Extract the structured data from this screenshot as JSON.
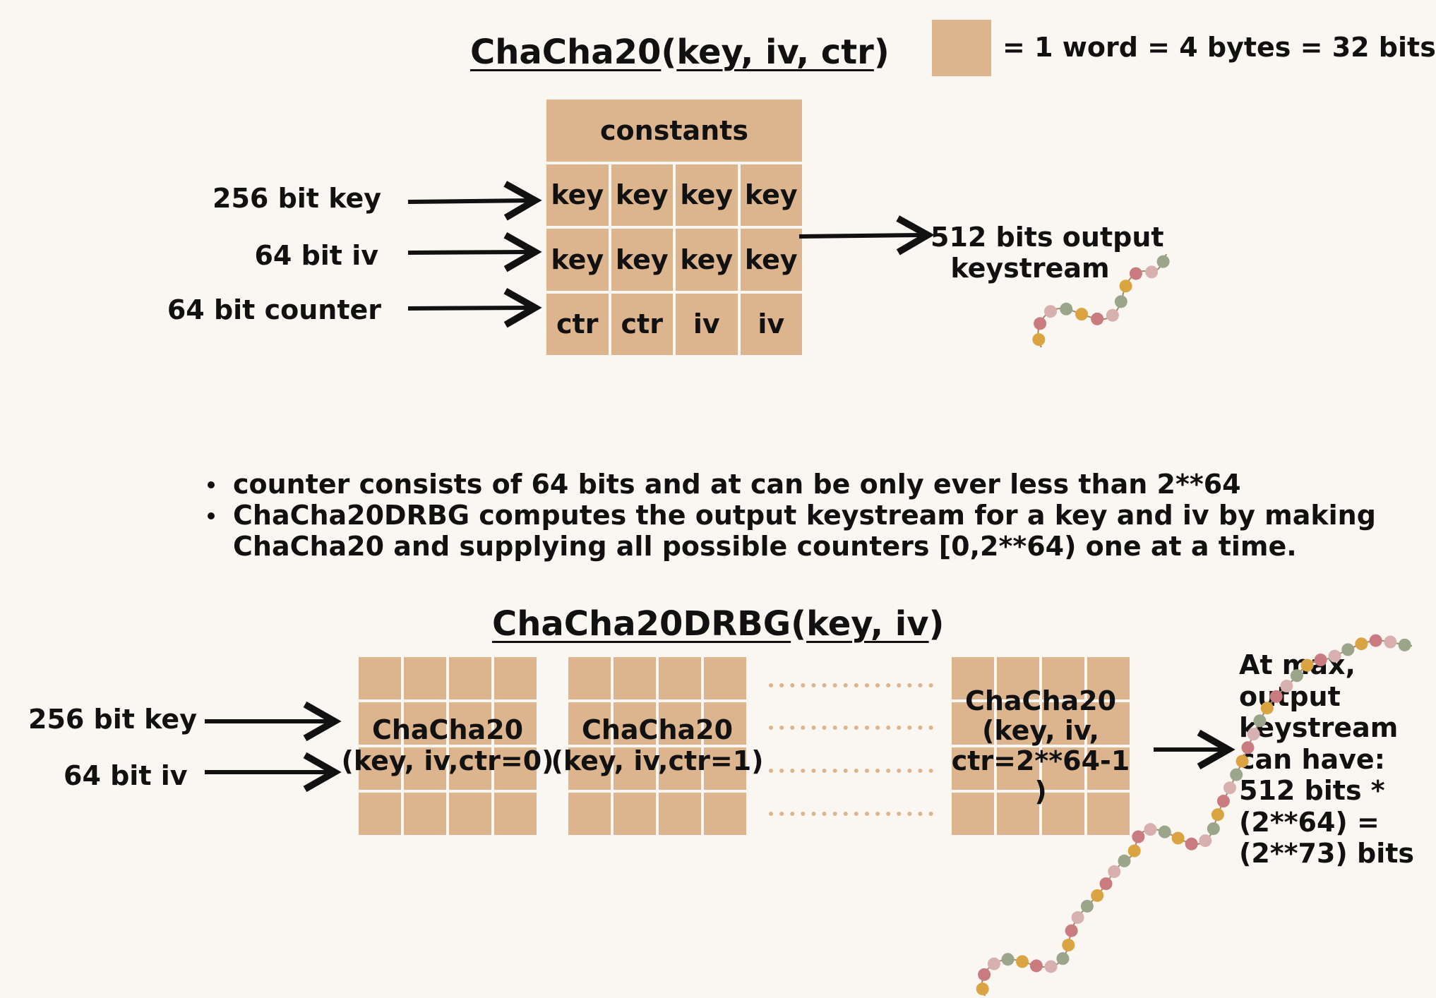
{
  "colors": {
    "word": "#dcb48e",
    "background": "#faf6f1",
    "ink": "#111111"
  },
  "chacha": {
    "title_name": "ChaCha20",
    "title_paren_open": "(",
    "title_args": "key, iv, ctr",
    "title_paren_close": ")",
    "legend_text": "= 1 word = 4 bytes = 32 bits",
    "inputs": [
      "256 bit key",
      "64 bit iv",
      "64 bit counter"
    ],
    "grid": {
      "row0": "constants",
      "row1": [
        "key",
        "key",
        "key",
        "key"
      ],
      "row2": [
        "key",
        "key",
        "key",
        "key"
      ],
      "row3": [
        "ctr",
        "ctr",
        "iv",
        "iv"
      ]
    },
    "output": [
      "512 bits output",
      "keystream"
    ]
  },
  "notes": [
    [
      "counter consists of 64 bits and at can be only ever less than 2**64"
    ],
    [
      "ChaCha20DRBG computes the output keystream for a key and iv by making",
      "ChaCha20 and supplying all possible counters [0,2**64) one at a time."
    ]
  ],
  "drbg": {
    "title_name": "ChaCha20DRBG",
    "title_paren_open": "(",
    "title_args": "key, iv",
    "title_paren_close": ")",
    "inputs": [
      "256 bit key",
      "64 bit iv"
    ],
    "blocks": [
      [
        "ChaCha20",
        "(key, iv,ctr=0)"
      ],
      [
        "ChaCha20",
        "(key, iv,ctr=1)"
      ],
      [
        "ChaCha20",
        "(key, iv,",
        "ctr=2**64-1",
        ")"
      ]
    ],
    "max_output": [
      "At max,",
      "output",
      "keystream",
      "can have:",
      "512 bits *",
      "(2**64) =",
      "(2**73) bits"
    ]
  },
  "bead_colors": [
    "#d9a441",
    "#c97b7f",
    "#d9b0b0",
    "#9aa58a"
  ]
}
